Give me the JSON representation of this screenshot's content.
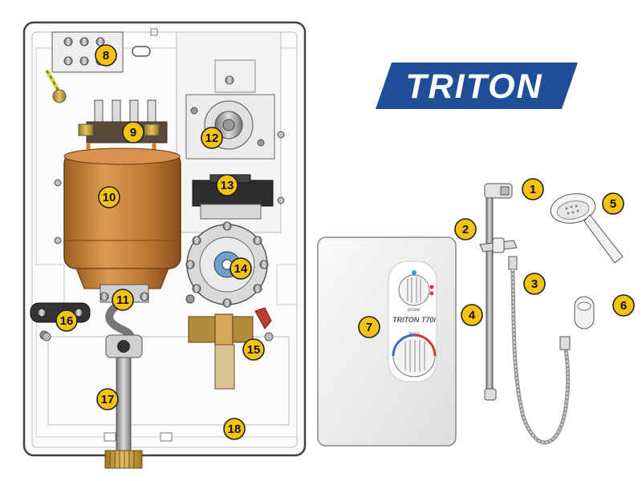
{
  "brand": {
    "logo_text": "TRITON",
    "logo_color": "#1f4f96"
  },
  "control_panel": {
    "model_text": "TRITON T70i",
    "top_dial_text": "power",
    "bottom_dial_text": "temp"
  },
  "callouts": [
    {
      "number": "1",
      "part": "slide-rail-top-bracket"
    },
    {
      "number": "2",
      "part": "shower-head-holder"
    },
    {
      "number": "3",
      "part": "shower-hose"
    },
    {
      "number": "4",
      "part": "riser-rail"
    },
    {
      "number": "5",
      "part": "shower-head"
    },
    {
      "number": "6",
      "part": "hose-retaining-ring"
    },
    {
      "number": "7",
      "part": "cover-and-control-panel"
    },
    {
      "number": "8",
      "part": "terminal-block"
    },
    {
      "number": "9",
      "part": "thermal-cut-out"
    },
    {
      "number": "10",
      "part": "heater-tank"
    },
    {
      "number": "11",
      "part": "tank-outlet"
    },
    {
      "number": "12",
      "part": "power-switch"
    },
    {
      "number": "13",
      "part": "microswitch"
    },
    {
      "number": "14",
      "part": "flow-valve"
    },
    {
      "number": "15",
      "part": "solenoid-valve"
    },
    {
      "number": "16",
      "part": "cable-clamp"
    },
    {
      "number": "17",
      "part": "inlet-pipe"
    },
    {
      "number": "18",
      "part": "backplate"
    }
  ],
  "colors": {
    "callout_fill": "#f4c211",
    "tank_copper": "#c8823a",
    "chassis_outline": "#444444",
    "pipe_grey": "#a7a9ac"
  }
}
